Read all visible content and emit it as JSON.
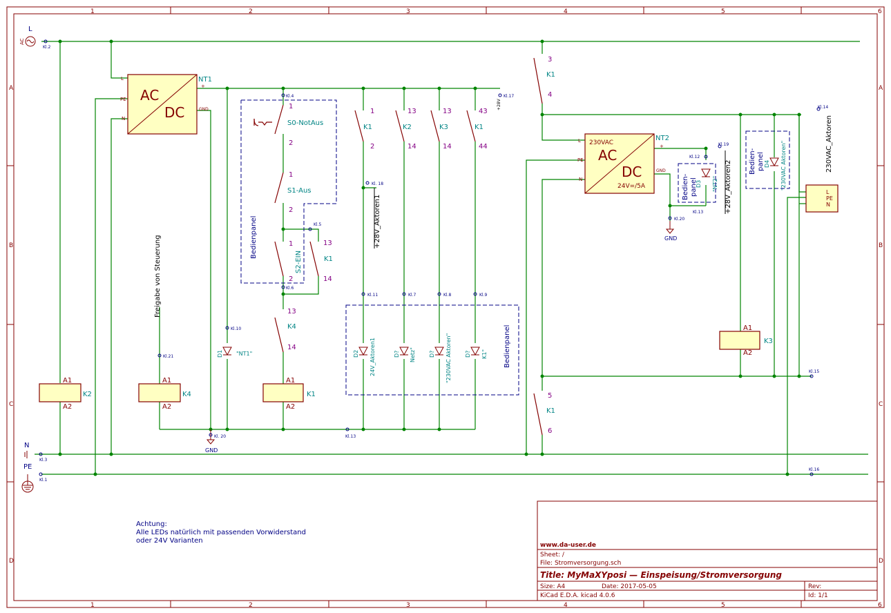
{
  "frame": {
    "col_labels": [
      "1",
      "2",
      "3",
      "4",
      "5",
      "6"
    ],
    "row_labels": [
      "A",
      "B",
      "C",
      "D"
    ],
    "corner_label": "6"
  },
  "nets": {
    "L": "L",
    "N": "N",
    "PE": "PE",
    "AC": "AC",
    "GND": "GND",
    "kl2": "Kl.2",
    "kl3": "Kl.3",
    "kl1": "Kl.1",
    "kl4": "Kl.4",
    "kl5": "Kl.5",
    "kl6": "Kl.6",
    "kl7": "Kl.7",
    "kl8": "Kl.8",
    "kl9": "Kl.9",
    "kl10": "Kl.10",
    "kl11": "Kl.11",
    "kl12": "Kl.12",
    "kl13a": "Kl.13",
    "kl13b": "Kl.13",
    "kl14": "Kl.14",
    "kl15": "Kl.15",
    "kl16": "Kl.16",
    "kl17": "Kl.17",
    "kl18": "Kl. 18",
    "kl19": "Kl.19",
    "kl20a": "Kl. 20",
    "kl20b": "Kl.20",
    "kl21": "Kl.21",
    "p24v_akt1": "+28V_Aktoren1",
    "p24v_akt2": "+28V_Aktoren2",
    "vac_akt": "230VAC_Aktoren",
    "freigabe": "Freigabe von Steuerung",
    "p24v": "+28V"
  },
  "psu1": {
    "ref": "NT1",
    "ac": "AC",
    "dc": "DC",
    "pin_l": "L",
    "pin_pe": "PE",
    "pin_n": "N",
    "pin_plus": "+",
    "pin_gnd": "GND"
  },
  "psu2": {
    "ref": "NT2",
    "ac": "AC",
    "dc": "DC",
    "top": "230VAC",
    "bottom": "24V=/5A",
    "pin_l": "L",
    "pin_pe": "PE",
    "pin_n": "N",
    "pin_plus": "+",
    "pin_gnd": "GND"
  },
  "switches": {
    "s0": "S0-NotAus",
    "s1": "S1-Aus",
    "s2": "S2-EIN",
    "p1": "1",
    "p2": "2",
    "p13": "13",
    "p14": "14",
    "p43": "43",
    "p44": "44",
    "p3": "3",
    "p4": "4",
    "p5": "5",
    "p6": "6"
  },
  "relays": {
    "k1": "K1",
    "k2": "K2",
    "k3": "K3",
    "k4": "K4",
    "a1": "A1",
    "a2": "A2"
  },
  "leds": {
    "d1": "D1",
    "d1v": "\"NT1\"",
    "d2": "D2",
    "d2v": "24V_Aktoren1",
    "d7a": "D?",
    "d7av": "Netz\"",
    "d7b": "D?",
    "d7bv": "\"230VAC Aktoren\"",
    "d7c": "D?",
    "d7cv": "K1\"",
    "d3": "D3",
    "d3v": "\"NT2\"",
    "d4": "D4",
    "d4v": "\"230VAC Aktoren\"",
    "pin1": "1",
    "pin2": "2"
  },
  "panels": {
    "bp1": "Bedienpanel",
    "bp2": "Bedienpanel",
    "bp3": "Bedien-\npanel",
    "bp3a": "Bedien-",
    "bp3b": "panel",
    "bp4a": "Bedien-",
    "bp4b": "panel"
  },
  "connector": {
    "l": "L",
    "pe": "PE",
    "n": "N"
  },
  "note": {
    "l1": "Achtung:",
    "l2": "Alle LEDs natürlich mit passenden Vorwiderstand",
    "l3": "oder 24V Varianten"
  },
  "title_block": {
    "url": "www.da-user.de",
    "sheet": "Sheet: /",
    "file": "File: Stromversorgung.sch",
    "title": "Title: MyMaXYposi — Einspeisung/Stromversorgung",
    "size": "Size: A4",
    "date": "Date: 2017-05-05",
    "rev": "Rev:",
    "tool": "KiCad E.D.A.  kicad 4.0.6",
    "id": "Id: 1/1"
  }
}
